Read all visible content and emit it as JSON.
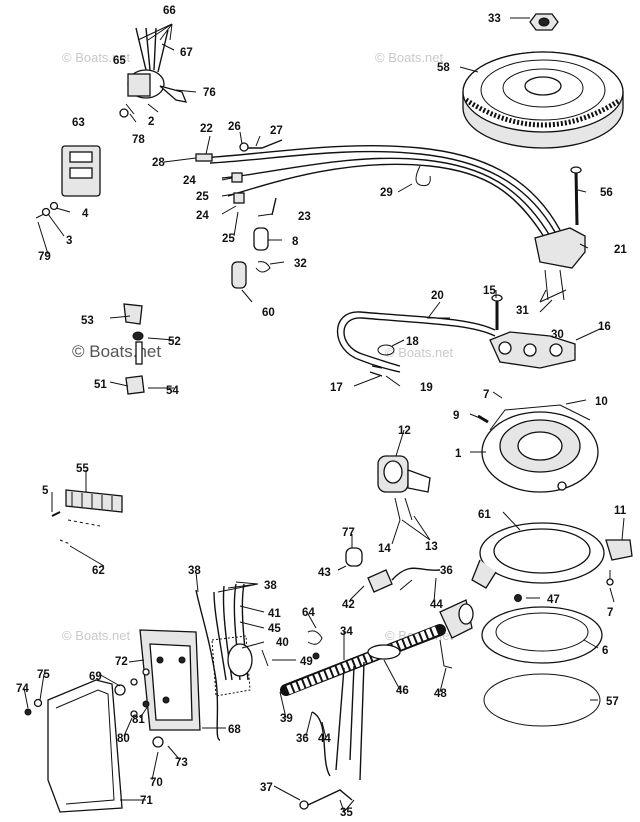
{
  "watermark": {
    "text": "© Boats.net"
  },
  "diagram": {
    "labels": [
      "33",
      "58",
      "66",
      "67",
      "65",
      "76",
      "2",
      "78",
      "63",
      "22",
      "26",
      "27",
      "28",
      "24",
      "25",
      "24",
      "25",
      "23",
      "29",
      "56",
      "21",
      "8",
      "32",
      "60",
      "4",
      "3",
      "79",
      "20",
      "15",
      "16",
      "31",
      "30",
      "18",
      "17",
      "19",
      "53",
      "52",
      "51",
      "54",
      "7",
      "10",
      "9",
      "1",
      "12",
      "14",
      "13",
      "55",
      "5",
      "62",
      "11",
      "61",
      "7",
      "77",
      "43",
      "42",
      "36",
      "44",
      "47",
      "6",
      "38",
      "38",
      "41",
      "45",
      "40",
      "64",
      "49",
      "34",
      "46",
      "48",
      "57",
      "72",
      "69",
      "75",
      "74",
      "81",
      "80",
      "73",
      "70",
      "68",
      "39",
      "36",
      "44",
      "37",
      "35",
      "71"
    ]
  }
}
